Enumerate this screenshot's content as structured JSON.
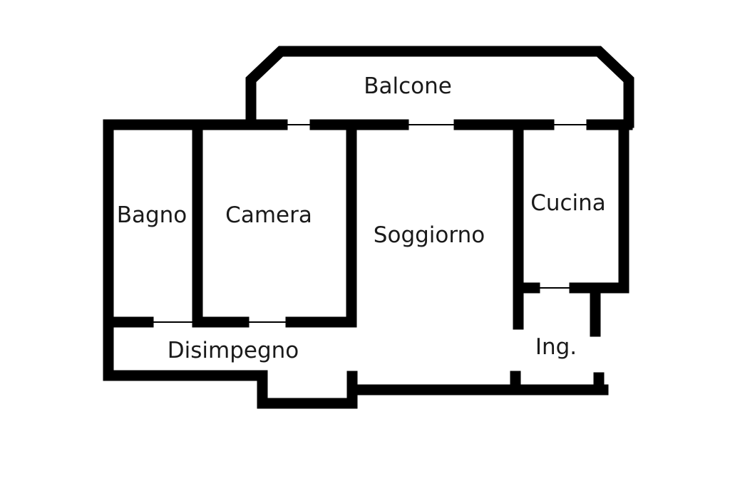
{
  "floorplan": {
    "rooms": {
      "balcone": "Balcone",
      "bagno": "Bagno",
      "camera": "Camera",
      "soggiorno": "Soggiorno",
      "cucina": "Cucina",
      "disimpegno": "Disimpegno",
      "ingresso": "Ing."
    },
    "colors": {
      "wall": "#000000",
      "background": "#ffffff",
      "text": "#1a1a1a"
    }
  }
}
